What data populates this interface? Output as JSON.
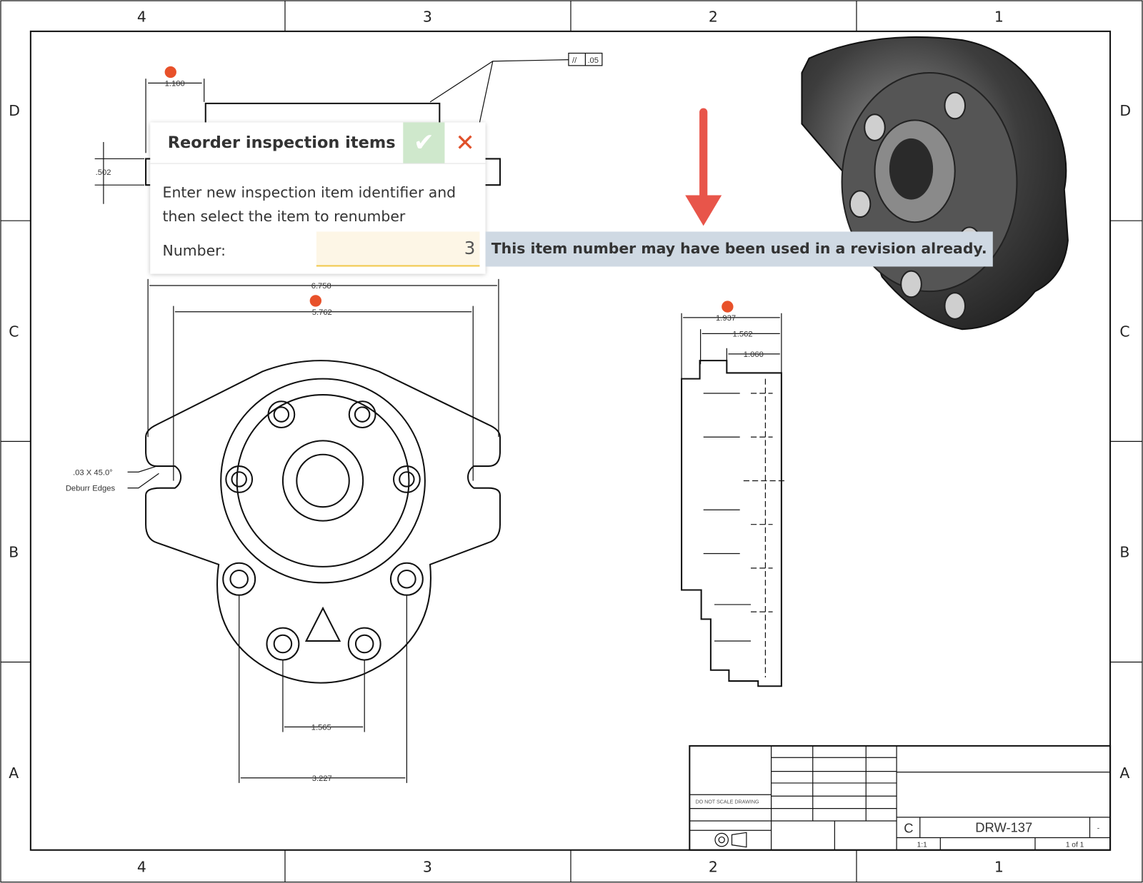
{
  "border": {
    "columns": [
      "4",
      "3",
      "2",
      "1"
    ],
    "rows": [
      "D",
      "C",
      "B",
      "A"
    ]
  },
  "dimensions": {
    "top_width": "1.100",
    "thickness": ".502",
    "flatness_symbol": "//",
    "flatness_value": ".05",
    "overall_width": "6.758",
    "slot_width": "5.762",
    "chamfer": ".03 X 45.0°",
    "deburr": "Deburr Edges",
    "bolt_spacing_small": "1.565",
    "bolt_spacing_large": "3.227",
    "side_depth_1": "1.937",
    "side_depth_2": "1.562",
    "side_depth_3": "1.060"
  },
  "dialog": {
    "title": "Reorder inspection items",
    "confirm_icon": "check-icon",
    "cancel_icon": "close-icon",
    "description": "Enter new inspection item identifier and then select the item to renumber",
    "number_label": "Number:",
    "number_value": "3"
  },
  "tooltip": "This item number may have been used in a revision already.",
  "title_block": {
    "do_not_scale": "DO NOT SCALE DRAWING",
    "size": "C",
    "drawing_number": "DRW-137",
    "rev": "-",
    "scale": "1:1",
    "sheet": "1 of 1"
  },
  "colors": {
    "balloon": "#e8512a",
    "arrow": "#e8554a",
    "confirm": "#cfe8cc",
    "tooltip": "#cfd9e3"
  }
}
